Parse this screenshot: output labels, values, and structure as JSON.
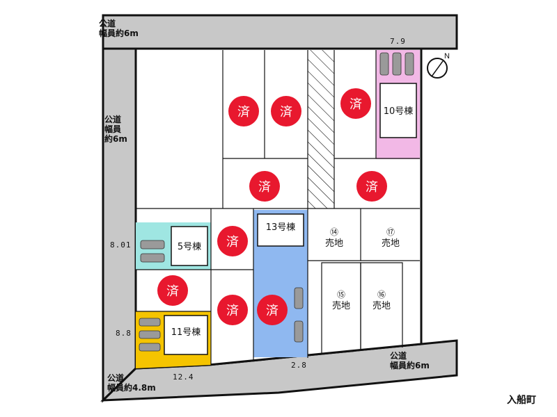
{
  "roads": {
    "top_label": "公道\n幅員約6m",
    "left_label": "公道\n幅員\n約6m",
    "bottom_right_label": "公道\n幅員約6m",
    "bottom_left_label": "公道\n幅員約4.8m"
  },
  "dimensions": {
    "top_right": "7.9",
    "left_upper": "8.01",
    "left_lower": "8.8",
    "bottom_left": "12.4",
    "bottom_mid": "2.8"
  },
  "town_name": "入船町",
  "compass_label": "N",
  "sold_label": "済",
  "buildings": {
    "b10": "10号棟",
    "b13": "13号棟",
    "b5": "5号棟",
    "b11": "11号棟"
  },
  "lots_for_sale": [
    {
      "number": "⑭",
      "label": "売地"
    },
    {
      "number": "⑰",
      "label": "売地"
    },
    {
      "number": "⑮",
      "label": "売地"
    },
    {
      "number": "⑯",
      "label": "売地"
    }
  ],
  "colors": {
    "road": "#c8c8c8",
    "sold_badge": "#e8182e",
    "lot10": "#f2b8e6",
    "lot13": "#8fb8f0",
    "lot5": "#9fe6e2",
    "lot11": "#f5c400"
  }
}
